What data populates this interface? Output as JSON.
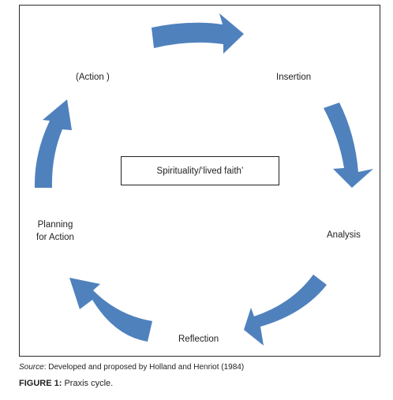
{
  "diagram": {
    "center_label": "Spirituality/‘lived faith’",
    "stages": {
      "action": "(Action )",
      "insertion": "Insertion",
      "analysis": "Analysis",
      "reflection": "Reflection",
      "planning_line1": "Planning",
      "planning_line2": "for Action"
    },
    "arrow_color": "#4f81bd",
    "arrow_icon": "curved-arrow-icon"
  },
  "source": {
    "label": "Source",
    "text": ": Developed and proposed by Holland and Henriot (1984)"
  },
  "caption": {
    "label": "FIGURE 1:",
    "text": " Praxis cycle."
  }
}
